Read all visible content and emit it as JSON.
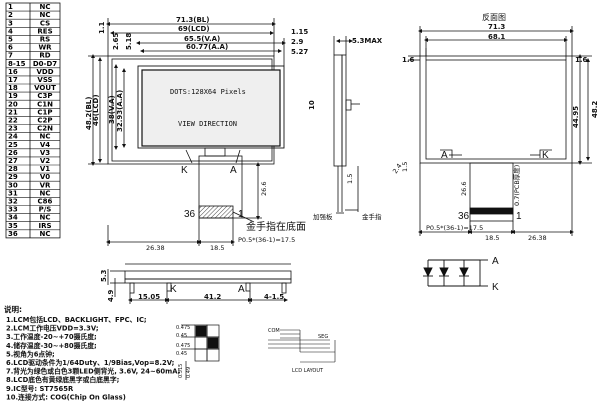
{
  "pins": [
    {
      "no": "1",
      "signal": "NC"
    },
    {
      "no": "2",
      "signal": "NC"
    },
    {
      "no": "3",
      "signal": "CS"
    },
    {
      "no": "4",
      "signal": "RES"
    },
    {
      "no": "5",
      "signal": "RS"
    },
    {
      "no": "6",
      "signal": "WR"
    },
    {
      "no": "7",
      "signal": "RD"
    },
    {
      "no": "8-15",
      "signal": "D0-D7"
    },
    {
      "no": "16",
      "signal": "VDD"
    },
    {
      "no": "17",
      "signal": "VSS"
    },
    {
      "no": "18",
      "signal": "VOUT"
    },
    {
      "no": "19",
      "signal": "C3P"
    },
    {
      "no": "20",
      "signal": "C1N"
    },
    {
      "no": "21",
      "signal": "C1P"
    },
    {
      "no": "22",
      "signal": "C2P"
    },
    {
      "no": "23",
      "signal": "C2N"
    },
    {
      "no": "24",
      "signal": "NC"
    },
    {
      "no": "25",
      "signal": "V4"
    },
    {
      "no": "26",
      "signal": "V3"
    },
    {
      "no": "27",
      "signal": "V2"
    },
    {
      "no": "28",
      "signal": "V1"
    },
    {
      "no": "29",
      "signal": "V0"
    },
    {
      "no": "30",
      "signal": "VR"
    },
    {
      "no": "31",
      "signal": "NC"
    },
    {
      "no": "32",
      "signal": "C86"
    },
    {
      "no": "33",
      "signal": "P/S"
    },
    {
      "no": "34",
      "signal": "NC"
    },
    {
      "no": "35",
      "signal": "IRS"
    },
    {
      "no": "36",
      "signal": "NC"
    }
  ],
  "front_view": {
    "dim_71_3": "71.3(BL)",
    "dim_69": "69(LCD)",
    "dim_65_5": "65.5(V.A)",
    "dim_60_77": "60.77(A.A)",
    "dim_1_15": "1.15",
    "dim_2_9": "2.9",
    "dim_5_27": "5.27",
    "dim_1_1": "1.1",
    "dim_2_65": "2.65",
    "dim_5_18": "5.18",
    "dim_48_2": "48.2(BL)",
    "dim_46": "46(LCD)",
    "dim_38": "38(V.A)",
    "dim_32_93": "32.93(A.A)",
    "screen_text_1": "DOTS:128X64  Pixels",
    "screen_text_2": "VIEW DIRECTION",
    "label_k": "K",
    "label_a": "A",
    "label_36": "36",
    "label_1": "1",
    "gold_finger_note": "金手指在底面",
    "dim_26_38": "26.38",
    "dim_18_5": "18.5",
    "pitch": "P0.5*(36-1)=17.5",
    "dim_26_6": "26.6"
  },
  "side_view": {
    "max_note": "5.3MAX",
    "dim_10": "10",
    "dim_1_5": "1.5",
    "stiffener": "加强板",
    "gold_finger": "金手指"
  },
  "rear_view": {
    "title": "反面图",
    "dim_71_3": "71.3",
    "dim_68_1": "68.1",
    "dim_1_6a": "1.6",
    "dim_1_6b": "1.6",
    "dim_44_95": "44.95",
    "dim_48_2": "48.2",
    "label_a": "A",
    "label_k": "K",
    "label_36": "36",
    "label_1": "1",
    "dim_26_6": "26.6",
    "dim_pcb": "0.7(PCB厚度)",
    "pitch": "P0.5*(36-1)=17.5",
    "dim_18_5": "18.5",
    "dim_26_38": "26.38",
    "dim_2_4": "2.4",
    "dim_1_5": "1.5"
  },
  "bottom_view": {
    "dim_5_3": "5.3",
    "dim_4_9": "4.9",
    "dim_15_05": "15.05",
    "dim_41_2": "41.2",
    "dim_4_1_5": "4-1.5",
    "label_k": "K",
    "label_a": "A"
  },
  "led": {
    "label_a": "A",
    "label_k": "K"
  },
  "pixel_detail": {
    "d1": "0.475",
    "d2": "0.45",
    "d3": "0.475",
    "d4": "0.45",
    "d5": "0.515",
    "d6": "0.49"
  },
  "notes": {
    "title": "说明:",
    "items": [
      "1.LCM包括LCD、BACKLIGHT、FPC、IC;",
      "2.LCM工作电压VDD=3.3V;",
      "3.工作温度-20~+70摄氏度;",
      "4.储存温度-30~+80摄氏度;",
      "5.视角为6点钟;",
      "6.LCD驱动条件为1/64Duty、1/9Bias,Vop=8.2V;",
      "7.背光为绿色或白色3颗LED侧背光, 3.6V, 24~60mA;",
      "8.LCD底色有黄绿底黑字或白底黑字;",
      "9.IC型号: ST7565R",
      "10.连接方式: COG(Chip On Glass)"
    ]
  },
  "timing": {
    "label": "LCD LAYOUT",
    "com_label": "COM",
    "seg_label": "SEG"
  }
}
